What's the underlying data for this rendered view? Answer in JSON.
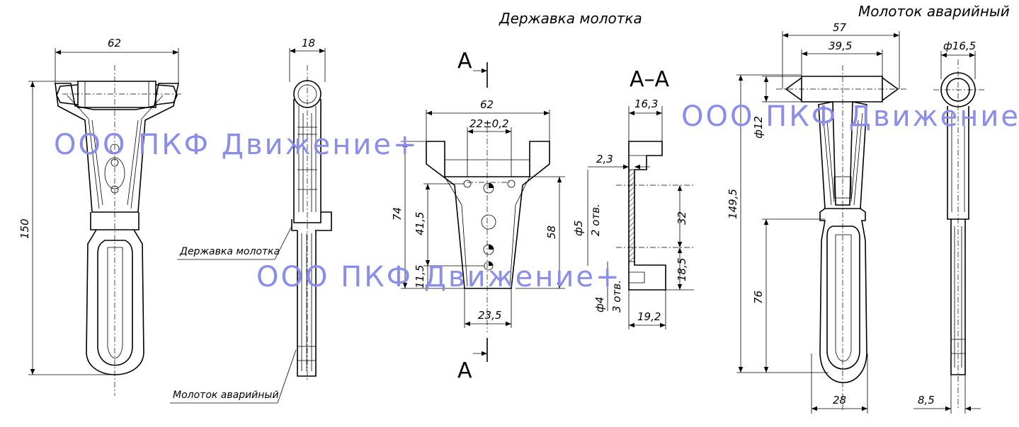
{
  "titles": {
    "holder": "Державка молотка",
    "hammer": "Молоток аварийный",
    "section": "А–А",
    "cut_top": "А",
    "cut_bottom": "А"
  },
  "callouts": {
    "holder": "Державка молотка",
    "hammer": "Молоток аварийный"
  },
  "watermark": {
    "text": "ООО ПКФ Движение+",
    "color": "#8a8ee8"
  },
  "dims": {
    "asm_width": "62",
    "asm_side": "18",
    "asm_height": "150",
    "h_width": "62",
    "h_holes": "22±0,2",
    "h_74": "74",
    "h_415": "41,5",
    "h_58": "58",
    "h_115": "11,5",
    "h_235": "23,5",
    "s_163": "16,3",
    "s_23": "2,3",
    "s_d5": "ф5",
    "s_2holes": "2 отв.",
    "s_32": "32",
    "s_185": "18,5",
    "s_d4": "ф4",
    "s_3holes": "3 отв.",
    "s_192": "19,2",
    "m_57": "57",
    "m_395": "39,5",
    "m_d165": "ф16,5",
    "m_d12": "ф12",
    "m_1495": "149,5",
    "m_76": "76",
    "m_28": "28",
    "m_85": "8,5"
  }
}
